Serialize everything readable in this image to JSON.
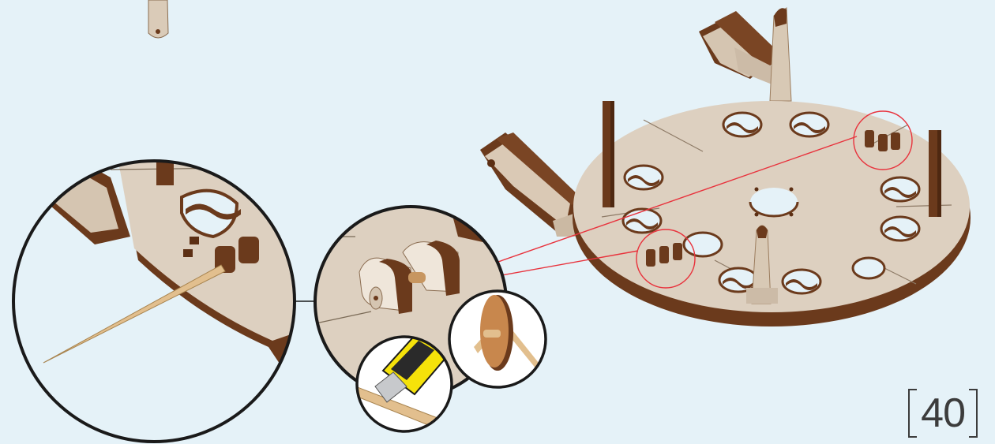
{
  "step": {
    "number": "40"
  },
  "colors": {
    "background": "#e5f2f8",
    "plywood_face": "#ddd0c0",
    "plywood_edge": "#6b3a1c",
    "callout_line": "#e8323c",
    "outline": "#1a1a1a",
    "cutter_blade_yellow": "#f5e20a",
    "toothpick": "#e2bf8e"
  },
  "illustration": {
    "parts": [
      "round-base-plate",
      "left-arm-assembly",
      "back-arm-assembly",
      "vertical-posts",
      "hinge-pegs"
    ],
    "callouts": [
      "toothpick-insertion-detail",
      "hinge-peg-detail",
      "cutter-trim-detail",
      "round-peg-cap-detail"
    ]
  }
}
